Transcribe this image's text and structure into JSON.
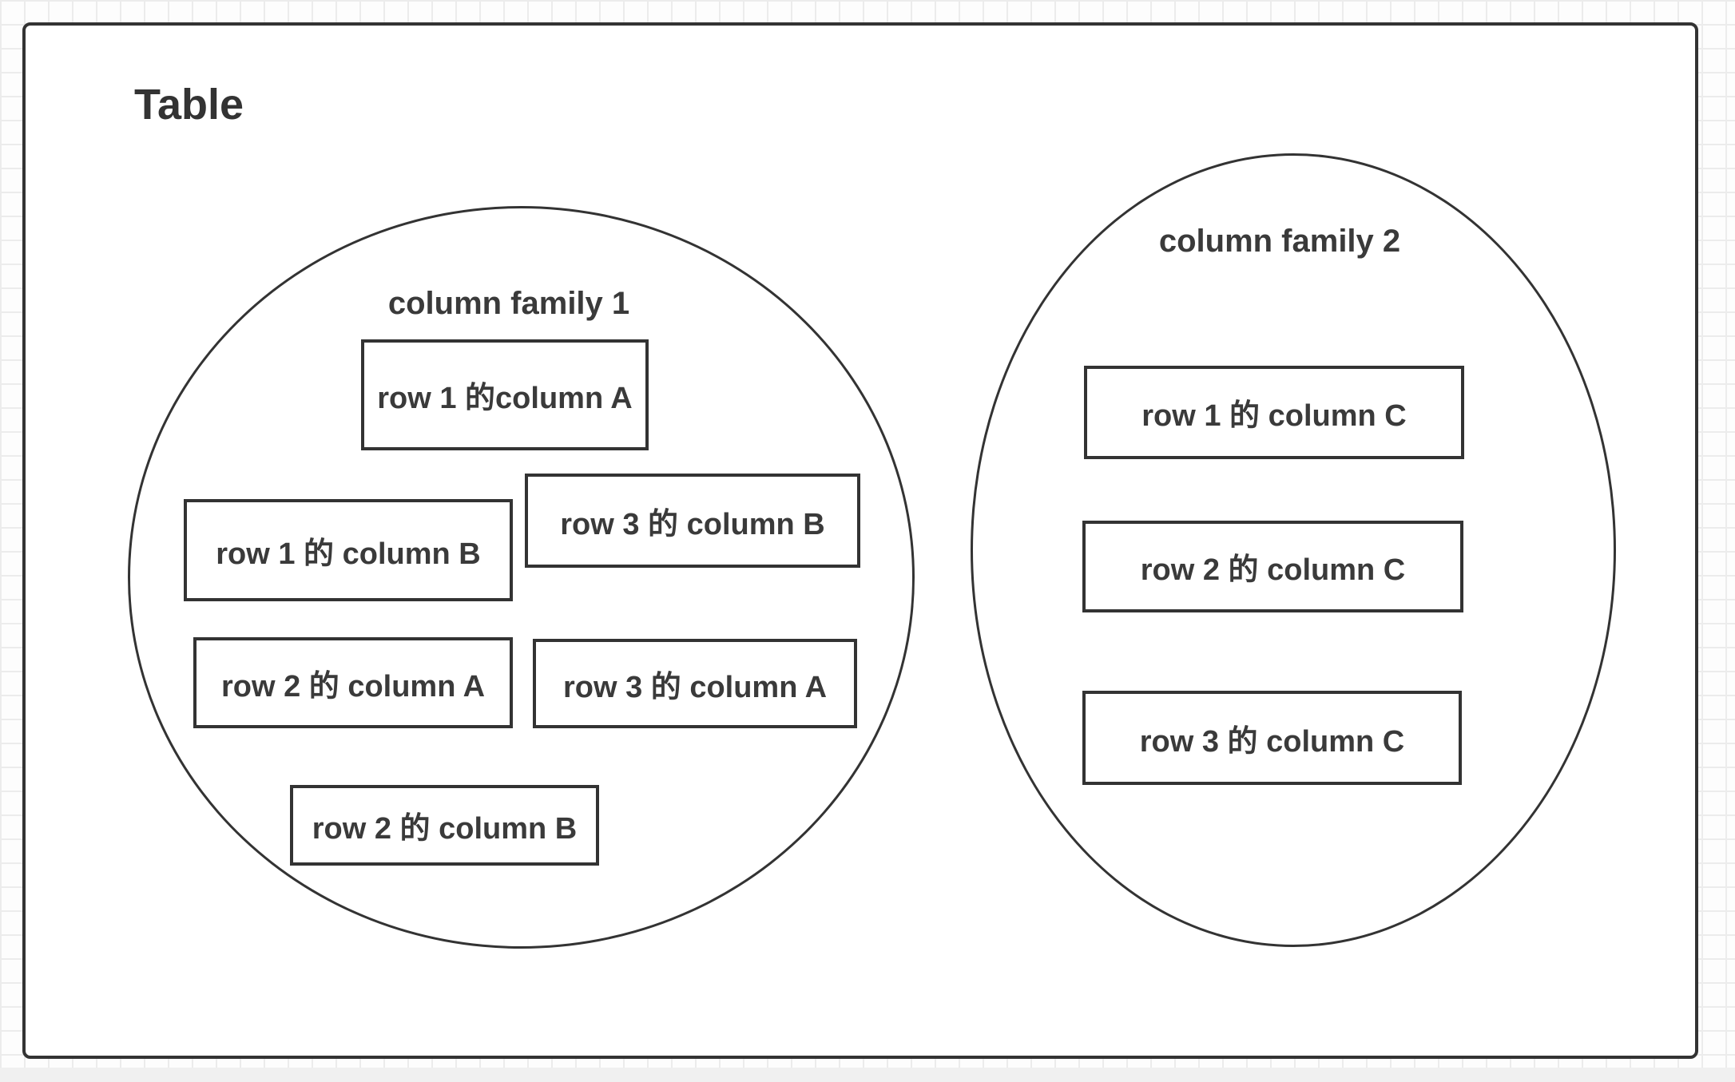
{
  "diagram": {
    "title": "Table",
    "families": [
      {
        "label": "column family 1",
        "cells": [
          {
            "text": "row 1 的column A"
          },
          {
            "text": "row 1 的 column B"
          },
          {
            "text": "row 3 的 column B"
          },
          {
            "text": "row 2 的 column A"
          },
          {
            "text": "row 3 的 column A"
          },
          {
            "text": "row 2 的 column B"
          }
        ]
      },
      {
        "label": "column family 2",
        "cells": [
          {
            "text": "row 1 的 column C"
          },
          {
            "text": "row 2 的 column C"
          },
          {
            "text": "row 3 的 column C"
          }
        ]
      }
    ],
    "colors": {
      "shape_stroke": "#333333",
      "text": "#3a3a3a",
      "shape_fill": "#ffffff",
      "canvas_bg": "#fdfdfd",
      "grid_line": "#ececec",
      "footer_band": "#f0f0f0"
    }
  }
}
